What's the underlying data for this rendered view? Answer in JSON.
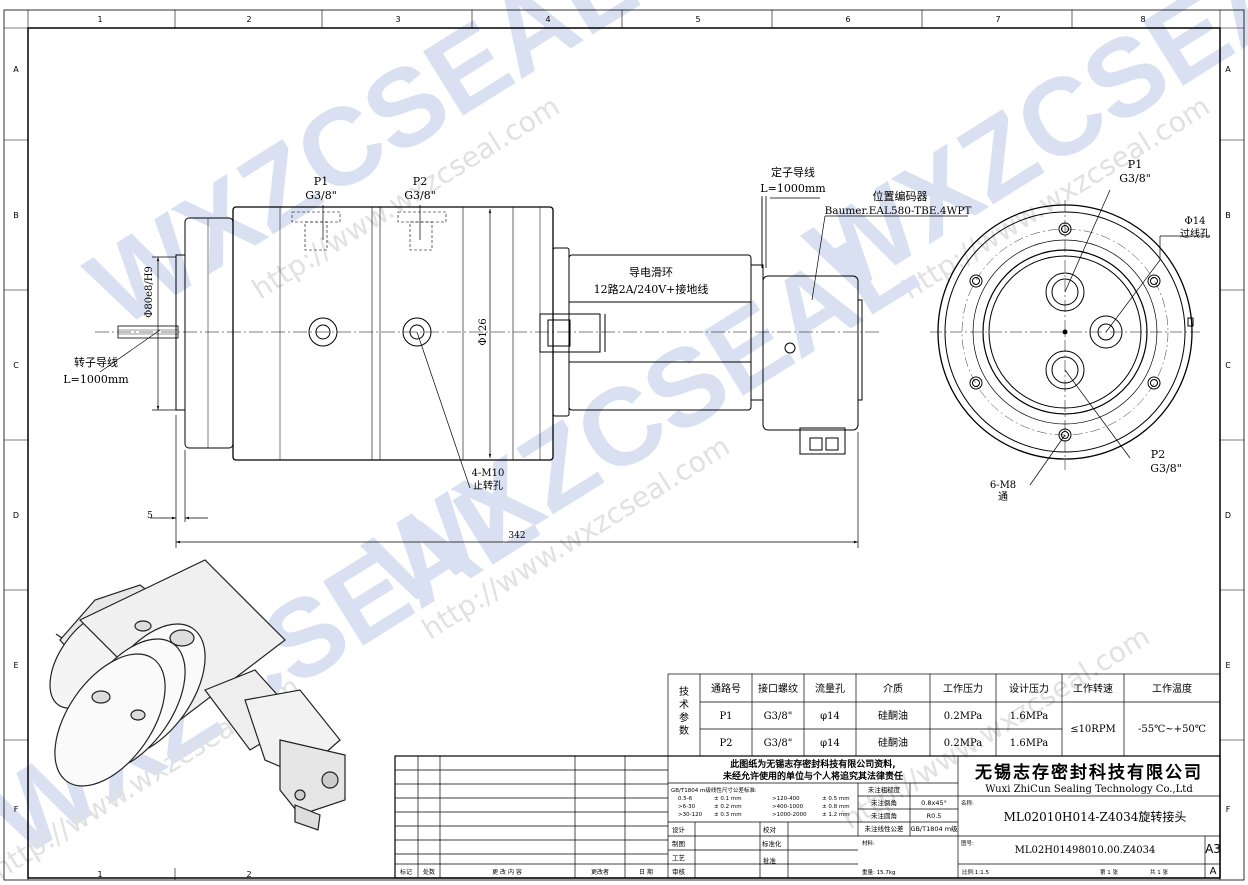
{
  "border": {
    "cols": [
      "1",
      "2",
      "3",
      "4",
      "5",
      "6",
      "7",
      "8"
    ],
    "rows": [
      "A",
      "B",
      "C",
      "D",
      "E",
      "F"
    ]
  },
  "watermark": {
    "brand": "WXZCSEAL",
    "url": "http://www.wxzcseal.com"
  },
  "side_view": {
    "p1_label": "P1",
    "p1_thread": "G3/8\"",
    "p2_label": "P2",
    "p2_thread": "G3/8\"",
    "stator_wire_title": "定子导线",
    "stator_wire_len": "L=1000mm",
    "encoder_title": "位置编码器",
    "encoder_model": "Baumer.EAL580-TBE.4WPT",
    "slipring_title": "导电滑环",
    "slipring_spec": "12路2A/240V+接地线",
    "rotor_wire_title": "转子导线",
    "rotor_wire_len": "L=1000mm",
    "dia_flange": "Φ80e8/H9",
    "dia_body": "Φ126",
    "stop_hole": "4-M10",
    "stop_hole_note": "止转孔",
    "dim_offset": "5",
    "dim_total": "342"
  },
  "end_view": {
    "p1_label": "P1",
    "p1_thread": "G3/8\"",
    "p2_label": "P2",
    "p2_thread": "G3/8\"",
    "hole_dia": "Φ14",
    "hole_note": "过线孔",
    "bolt_holes": "6-M8",
    "bolt_note": "通"
  },
  "tech_table": {
    "side_label": [
      "技",
      "术",
      "参",
      "数"
    ],
    "headers": [
      "通路号",
      "接口螺纹",
      "流量孔",
      "介质",
      "工作压力",
      "设计压力",
      "工作转速",
      "工作温度"
    ],
    "rows": [
      [
        "P1",
        "G3/8\"",
        "φ14",
        "硅酮油",
        "0.2MPa",
        "1.6MPa"
      ],
      [
        "P2",
        "G3/8\"",
        "φ14",
        "硅酮油",
        "0.2MPa",
        "1.6MPa"
      ]
    ],
    "speed": "≤10RPM",
    "temperature": "-55℃~+50℃"
  },
  "title_block": {
    "notice_line1": "此图纸为无锡志存密封科技有限公司资料,",
    "notice_line2": "未经允许使用的单位与个人将追究其法律责任",
    "tol_title": "GB/T1804 m级线性尺寸公差标准:",
    "tol_rows": [
      [
        "0.5-6",
        "± 0.1 mm",
        ">120-400",
        "± 0.5 mm"
      ],
      [
        ">6-30",
        "± 0.2 mm",
        ">400-1000",
        "± 0.8 mm"
      ],
      [
        ">30-120",
        "± 0.3 mm",
        ">1000-2000",
        "± 1.2 mm"
      ]
    ],
    "roughness_label": "未注粗糙度",
    "roughness_val": "",
    "chamfer_label": "未注倒角",
    "chamfer_val": "0.8x45°",
    "fillet_label": "未注圆角",
    "fillet_val": "R0.5",
    "lintol_label": "未注线性公差",
    "lintol_val": "GB/T1804 m级",
    "company_cn": "无锡志存密封科技有限公司",
    "company_en": "Wuxi ZhiCun Sealing Technology Co.,Ltd",
    "name_label": "名称:",
    "part_name": "ML02010H014-Z4034旋转接头",
    "drawing_no_label": "图号:",
    "drawing_no": "ML02H01498010.00.Z4034",
    "sheet_size": "A3",
    "revision": "A",
    "material_label": "材料:",
    "weight": "重量: 15.7kg",
    "scale": "比例:1:1.5",
    "sheet": "第 1 张",
    "sheets": "共 1 张",
    "design": "设计",
    "check": "校对",
    "draw": "制图",
    "standard": "标准化",
    "process": "工艺",
    "approve": "批准",
    "review": "审核",
    "rev_mark": "标记",
    "rev_count": "处数",
    "rev_content": "更 改 内 容",
    "rev_signer": "更改者",
    "rev_date": "日 期"
  }
}
